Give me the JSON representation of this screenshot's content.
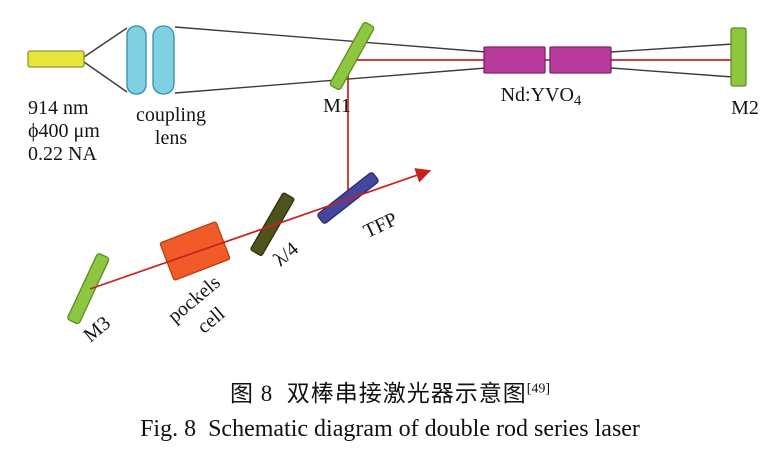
{
  "figure": {
    "caption_zh": "图 8  双棒串接激光器示意图",
    "caption_zh_ref": "[49]",
    "caption_en": "Fig. 8  Schematic diagram of double rod series laser"
  },
  "labels": {
    "source_line1": "914 nm",
    "source_line2": "ϕ400 μm",
    "source_line3": "0.22 NA",
    "coupling_line1": "coupling",
    "coupling_line2": "lens",
    "m1": "M1",
    "crystal": "Nd:YVO",
    "crystal_sub": "4",
    "m2": "M2",
    "m3": "M3",
    "pockels_line1": "pockels",
    "pockels_line2": "cell",
    "quarter_wave": "λ/4",
    "tfp": "TFP"
  },
  "colors": {
    "beam_red": "#c9201d",
    "pump_line": "#3b3b3b",
    "fiber_yellow": "#e8e53a",
    "lens_cyan": "#7fd0e0",
    "mirror_green": "#8dc63f",
    "crystal_magenta": "#b93a9d",
    "pockels_orange": "#f15a29",
    "waveplate_olive": "#4e531b",
    "tfp_blue": "#44479f"
  }
}
